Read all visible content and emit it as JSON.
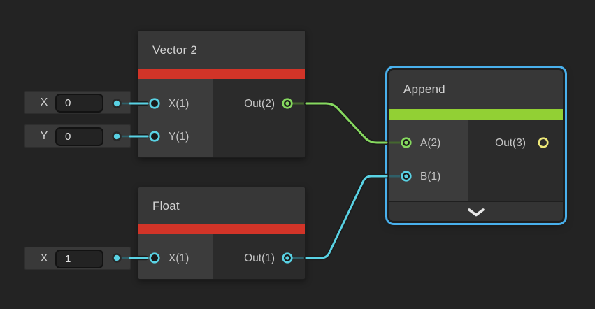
{
  "app": {
    "surface": "shader-graph-canvas"
  },
  "colors": {
    "background": "#232323",
    "node_header": "#373737",
    "node_left_panel": "#3c3c3c",
    "node_right_panel": "#2b2b2b",
    "accent_red": "#d23428",
    "accent_green": "#92d034",
    "selection_blue": "#49b0ec",
    "wire_green": "#86d95f",
    "wire_green_muted": "#44662f",
    "wire_cyan": "#59d2e4",
    "wire_cyan_muted": "#2f5f68",
    "port_yellow": "#ede878",
    "port_hole": "#191919",
    "socket_dot_cyan": "#59d2e4",
    "chevron": "#e8e8e8"
  },
  "nodes": {
    "vector2": {
      "title": "Vector 2",
      "input_x": "X(1)",
      "input_y": "Y(1)",
      "output": "Out(2)"
    },
    "float": {
      "title": "Float",
      "input_x": "X(1)",
      "output": "Out(1)"
    },
    "append": {
      "title": "Append",
      "input_a": "A(2)",
      "input_b": "B(1)",
      "output": "Out(3)",
      "selected": true
    }
  },
  "params": {
    "vector2_x": {
      "label": "X",
      "value": "0"
    },
    "vector2_y": {
      "label": "Y",
      "value": "0"
    },
    "float_x": {
      "label": "X",
      "value": "1"
    }
  },
  "edges": [
    {
      "from": "Vector 2 Out(2)",
      "to": "Append A(2)"
    },
    {
      "from": "Float Out(1)",
      "to": "Append B(1)"
    },
    {
      "from": "param X (0)",
      "to": "Vector 2 X(1)"
    },
    {
      "from": "param Y (0)",
      "to": "Vector 2 Y(1)"
    },
    {
      "from": "param X (1)",
      "to": "Float X(1)"
    }
  ]
}
